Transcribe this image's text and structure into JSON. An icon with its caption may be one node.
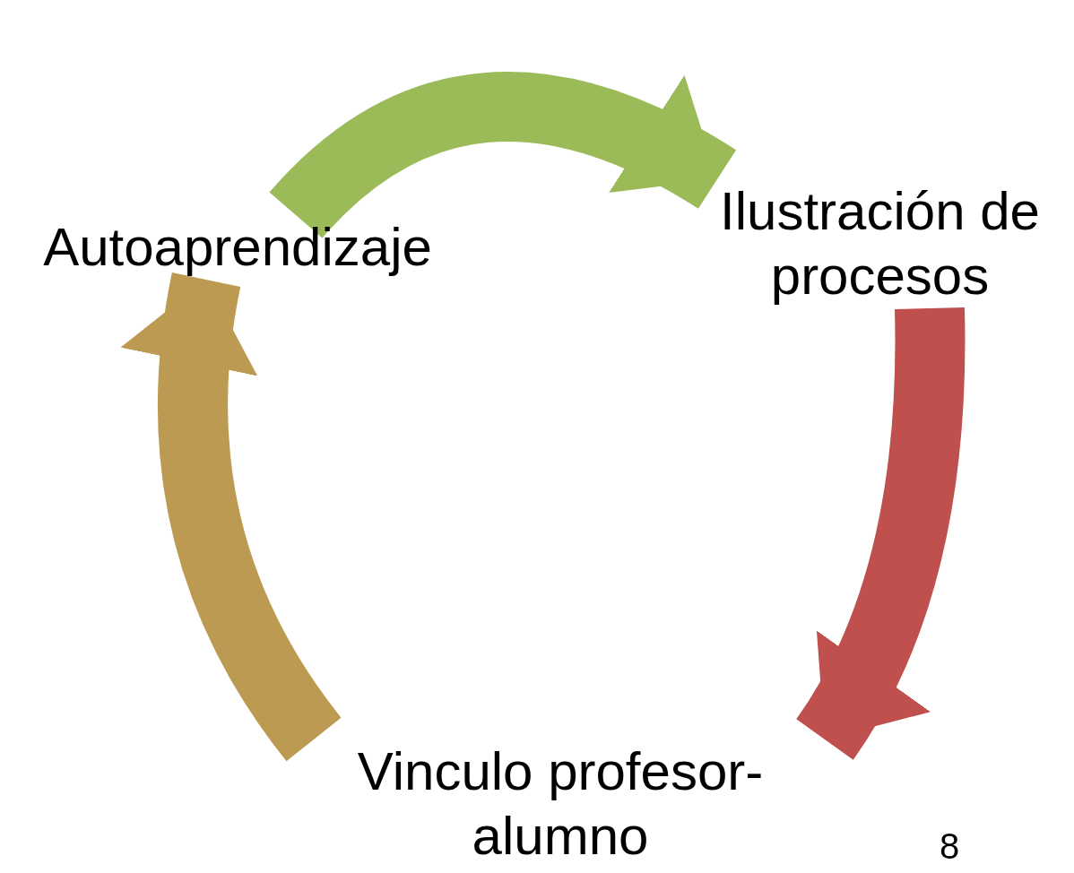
{
  "diagram": {
    "nodes": [
      {
        "text": [
          "Autoaprendizaje"
        ]
      },
      {
        "text": [
          "Ilustración de procesos"
        ]
      },
      {
        "text": [
          "Vinculo profesor- alumno"
        ]
      }
    ],
    "edges": [
      {
        "from": 0,
        "to": 1,
        "arrow": "to",
        "color": "#9bbb59"
      },
      {
        "from": 1,
        "to": 2,
        "arrow": "to",
        "color": "#c0504d"
      },
      {
        "from": 2,
        "to": 0,
        "arrow": "to",
        "color": "#bd9a51"
      }
    ],
    "labels": [
      "8"
    ]
  }
}
